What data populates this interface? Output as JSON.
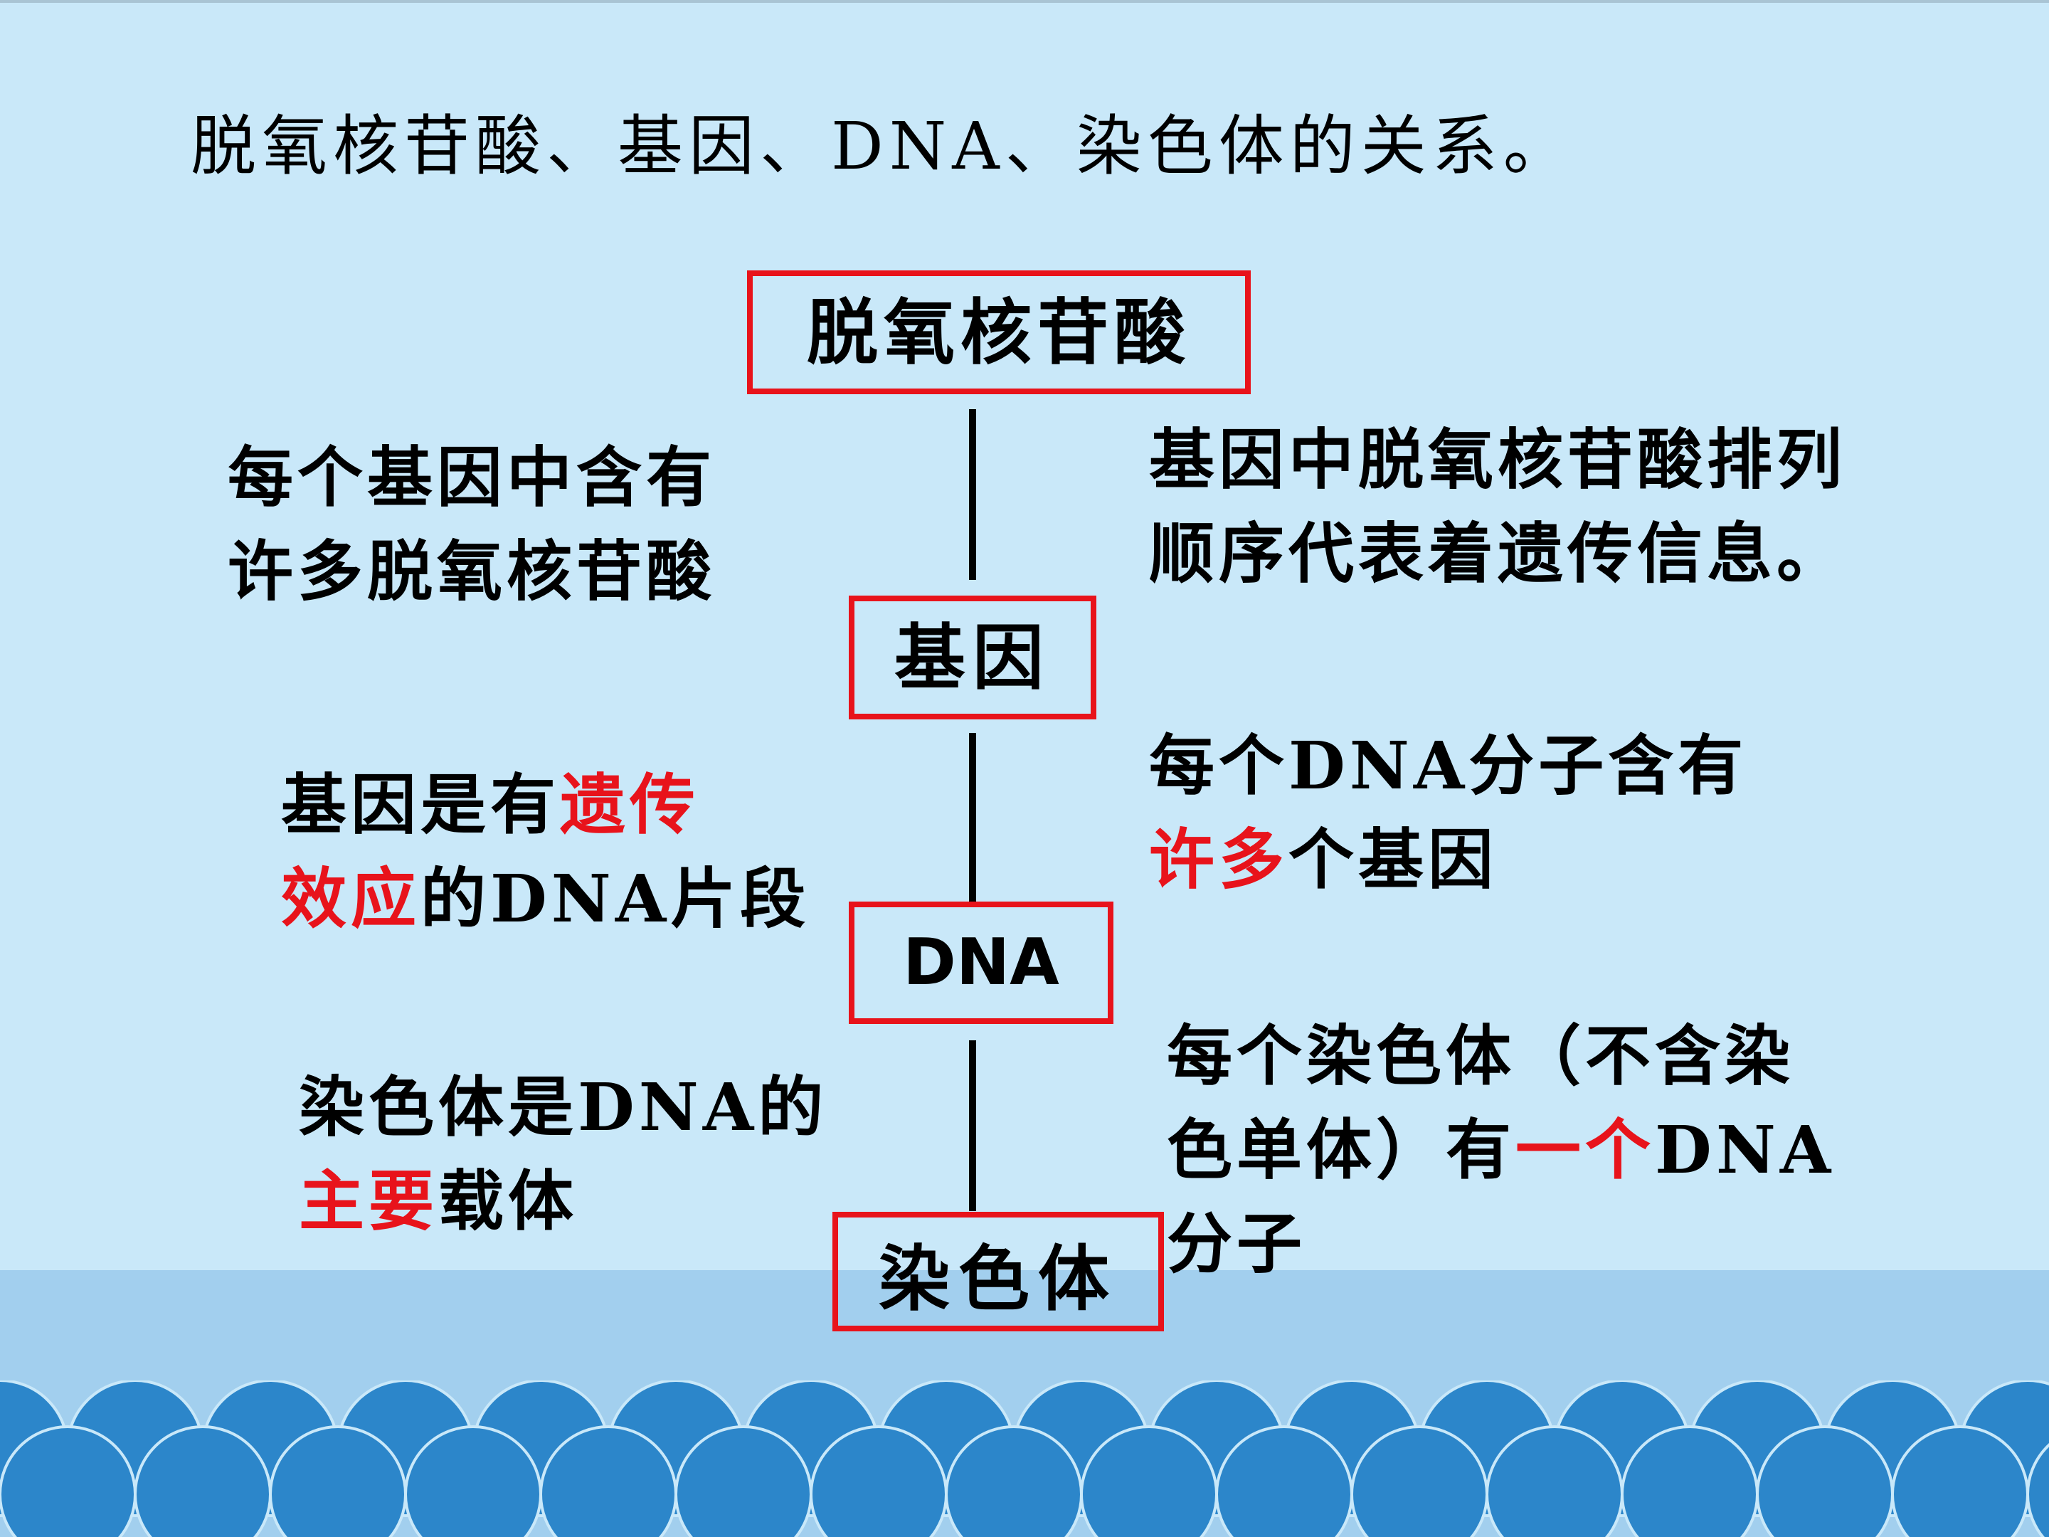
{
  "title": "脱氧核苷酸、基因、DNA、染色体的关系。",
  "boxes": {
    "nucleotide": "脱氧核苷酸",
    "gene": "基因",
    "dna": "DNA",
    "chromosome": "染色体"
  },
  "notes": {
    "left_1": {
      "line1": "每个基因中含有",
      "line2": "许多脱氧核苷酸"
    },
    "right_1": {
      "line1": "基因中脱氧核苷酸排列",
      "line2": "顺序代表着遗传信息。"
    },
    "left_2": {
      "line1_a": "基因是有",
      "line1_red": "遗传",
      "line2_red": "效应",
      "line2_b": "的DNA片段"
    },
    "right_2": {
      "line1": "每个DNA分子含有",
      "line2_red": "许多",
      "line2_b": "个基因"
    },
    "left_3": {
      "line1": "染色体是DNA的",
      "line2_red": "主要",
      "line2_b": "载体"
    },
    "right_3": {
      "line1": "每个染色体（不含染",
      "line2_a": "色单体）有",
      "line2_red": "一个",
      "line2_b": "DNA",
      "line3": "分子"
    }
  },
  "colors": {
    "background": "#c9e8f9",
    "highlight": "#e8131b",
    "box_border": "#e8131b",
    "wave": "#2c86ca",
    "band": "#a2cfee"
  }
}
